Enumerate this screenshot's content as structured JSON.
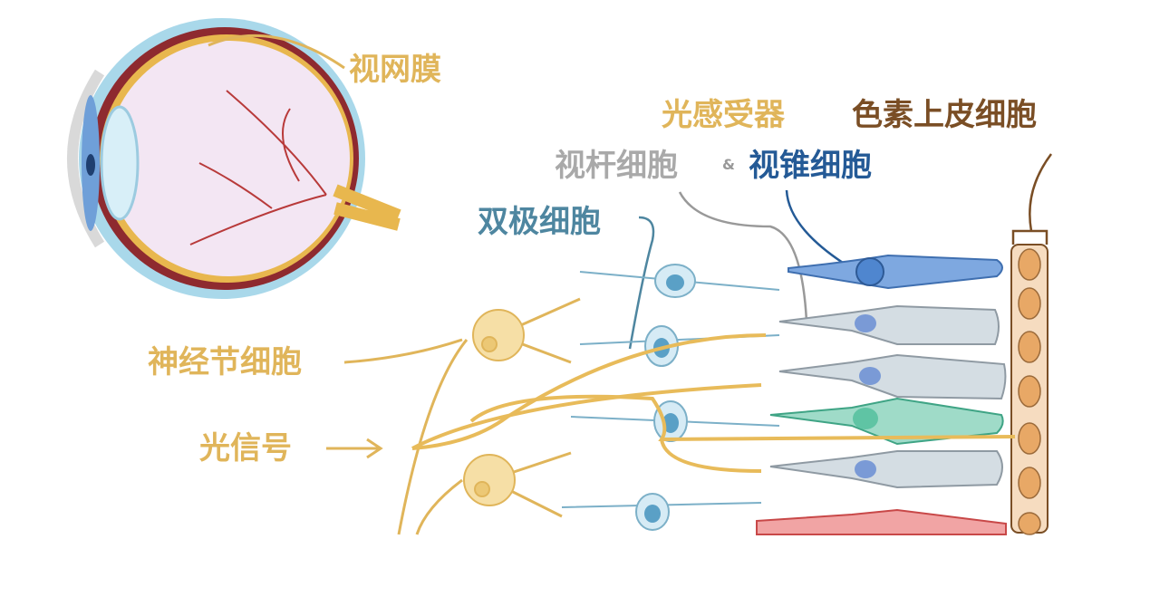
{
  "labels": {
    "retina": "视网膜",
    "photoreceptors": "光感受器",
    "pigment_epithelium": "色素上皮细胞",
    "rods": "视杆细胞",
    "ampersand": "&",
    "cones": "视锥细胞",
    "bipolar": "双极细胞",
    "ganglion": "神经节细胞",
    "light_signal": "光信号"
  },
  "colors": {
    "retina": "#e0b55a",
    "photoreceptors": "#e0b55a",
    "pigment_epithelium": "#7a4e25",
    "rods": "#a9a9a9",
    "cones": "#245a96",
    "bipolar": "#4e86a0",
    "ganglion": "#e0b55a",
    "light_signal": "#e0b55a"
  }
}
